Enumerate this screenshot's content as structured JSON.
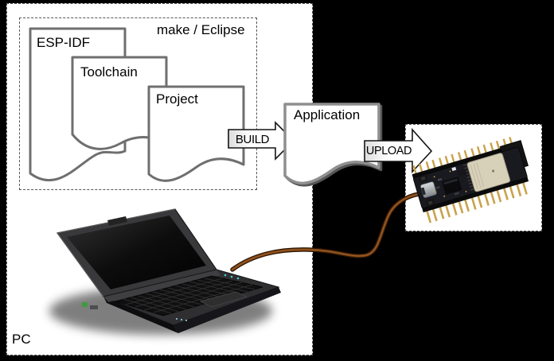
{
  "diagram": {
    "pc_box_label": "PC",
    "ide_box_label": "make / Eclipse",
    "documents": {
      "esp_idf": "ESP-IDF",
      "toolchain": "Toolchain",
      "project": "Project",
      "application": "Application"
    },
    "arrows": {
      "build": "BUILD",
      "upload": "UPLOAD"
    },
    "illustrations": {
      "laptop": "laptop-computer",
      "esp32_board": "esp32-devkit-board",
      "cable": "usb-cable"
    },
    "colors": {
      "background": "#000000",
      "panel": "#ffffff",
      "dashed_border": "#565656",
      "doc_border": "#6f6f6f",
      "app_doc_border": "#8f8f8f",
      "wire_brown": "#804515",
      "module_beige": "#d8d1ba",
      "pin_gold": "#c9a24a"
    }
  }
}
